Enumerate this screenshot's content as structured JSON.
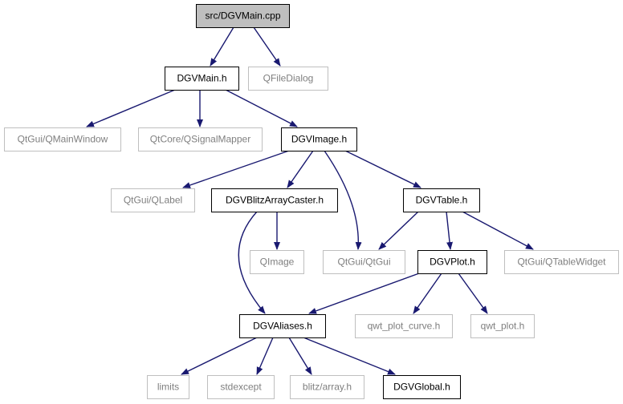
{
  "colors": {
    "edge": "#191970",
    "root_fill": "#bfbfbf",
    "documented_border": "#000000",
    "external_border": "#bfbfbf",
    "documented_text": "#000000",
    "external_text": "#7f7f7f"
  },
  "nodes": [
    {
      "id": "dgvmain-cpp",
      "label": "src/DGVMain.cpp",
      "kind": "root"
    },
    {
      "id": "dgvmain-h",
      "label": "DGVMain.h",
      "kind": "documented"
    },
    {
      "id": "qfiledialog",
      "label": "QFileDialog",
      "kind": "external"
    },
    {
      "id": "qmainwindow",
      "label": "QtGui/QMainWindow",
      "kind": "external"
    },
    {
      "id": "qsignalmapper",
      "label": "QtCore/QSignalMapper",
      "kind": "external"
    },
    {
      "id": "dgvimage-h",
      "label": "DGVImage.h",
      "kind": "documented"
    },
    {
      "id": "qlabel",
      "label": "QtGui/QLabel",
      "kind": "external"
    },
    {
      "id": "dgvblitzarraycaster-h",
      "label": "DGVBlitzArrayCaster.h",
      "kind": "documented"
    },
    {
      "id": "dgvtable-h",
      "label": "DGVTable.h",
      "kind": "documented"
    },
    {
      "id": "qimage",
      "label": "QImage",
      "kind": "external"
    },
    {
      "id": "qtgui",
      "label": "QtGui/QtGui",
      "kind": "external"
    },
    {
      "id": "dgvplot-h",
      "label": "DGVPlot.h",
      "kind": "documented"
    },
    {
      "id": "qtablewidget",
      "label": "QtGui/QTableWidget",
      "kind": "external"
    },
    {
      "id": "dgvaliases-h",
      "label": "DGVAliases.h",
      "kind": "documented"
    },
    {
      "id": "qwt-plot-curve-h",
      "label": "qwt_plot_curve.h",
      "kind": "external"
    },
    {
      "id": "qwt-plot-h",
      "label": "qwt_plot.h",
      "kind": "external"
    },
    {
      "id": "limits",
      "label": "limits",
      "kind": "external"
    },
    {
      "id": "stdexcept",
      "label": "stdexcept",
      "kind": "external"
    },
    {
      "id": "blitz-array-h",
      "label": "blitz/array.h",
      "kind": "external"
    },
    {
      "id": "dgvglobal-h",
      "label": "DGVGlobal.h",
      "kind": "documented"
    }
  ],
  "edges": [
    {
      "from": "dgvmain-cpp",
      "to": "dgvmain-h"
    },
    {
      "from": "dgvmain-cpp",
      "to": "qfiledialog"
    },
    {
      "from": "dgvmain-h",
      "to": "qmainwindow"
    },
    {
      "from": "dgvmain-h",
      "to": "qsignalmapper"
    },
    {
      "from": "dgvmain-h",
      "to": "dgvimage-h"
    },
    {
      "from": "dgvimage-h",
      "to": "qlabel"
    },
    {
      "from": "dgvimage-h",
      "to": "dgvblitzarraycaster-h"
    },
    {
      "from": "dgvimage-h",
      "to": "qtgui"
    },
    {
      "from": "dgvimage-h",
      "to": "dgvtable-h"
    },
    {
      "from": "dgvblitzarraycaster-h",
      "to": "qimage"
    },
    {
      "from": "dgvblitzarraycaster-h",
      "to": "dgvaliases-h"
    },
    {
      "from": "dgvtable-h",
      "to": "qtgui"
    },
    {
      "from": "dgvtable-h",
      "to": "dgvplot-h"
    },
    {
      "from": "dgvtable-h",
      "to": "qtablewidget"
    },
    {
      "from": "dgvplot-h",
      "to": "dgvaliases-h"
    },
    {
      "from": "dgvplot-h",
      "to": "qwt-plot-curve-h"
    },
    {
      "from": "dgvplot-h",
      "to": "qwt-plot-h"
    },
    {
      "from": "dgvaliases-h",
      "to": "limits"
    },
    {
      "from": "dgvaliases-h",
      "to": "stdexcept"
    },
    {
      "from": "dgvaliases-h",
      "to": "blitz-array-h"
    },
    {
      "from": "dgvaliases-h",
      "to": "dgvglobal-h"
    }
  ]
}
